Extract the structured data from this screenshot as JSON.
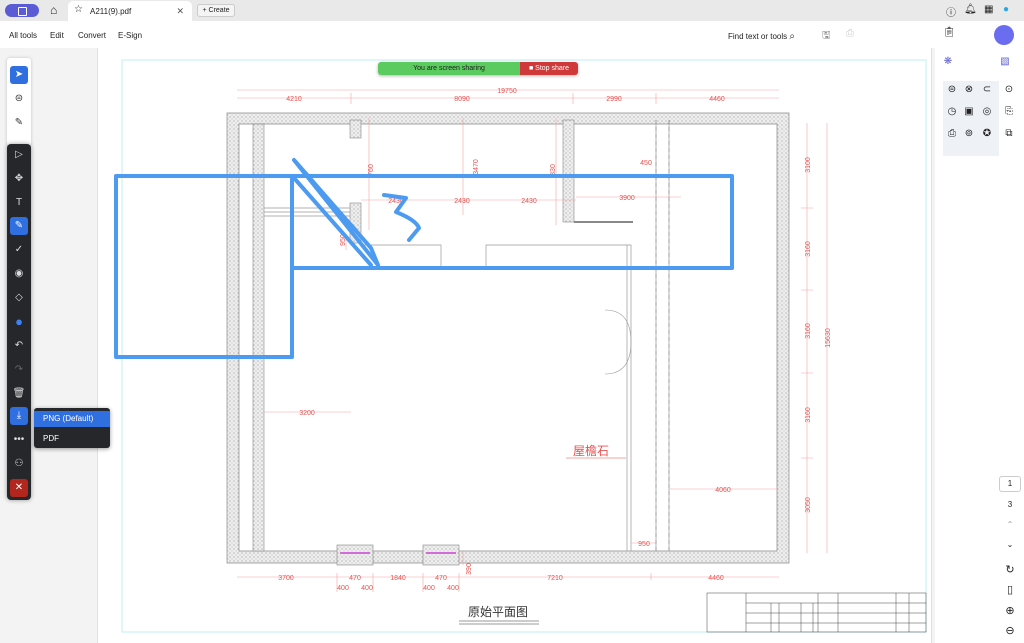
{
  "tabbar": {
    "tab_title": "A211(9).pdf",
    "create_label": "Create"
  },
  "toolbar": {
    "menu": [
      "All tools",
      "Edit",
      "Convert",
      "E-Sign"
    ],
    "find": "Find text or tools"
  },
  "screen_share": {
    "status": "You are screen sharing",
    "stop": "Stop share"
  },
  "export_menu": {
    "options": [
      "PNG (Default)",
      "PDF"
    ]
  },
  "page_nav": {
    "current": "1",
    "total": "3"
  },
  "drawing": {
    "title": "原始平面图",
    "label_eaves": "屋檐石",
    "dims_top": [
      "19750",
      "4210",
      "8090",
      "2990",
      "4460"
    ],
    "dims_right": [
      "3100",
      "3160",
      "3160",
      "3160",
      "3050",
      "15630"
    ],
    "dims_bottom": [
      "3700",
      "470",
      "1840",
      "470",
      "7210",
      "4460",
      "400",
      "400",
      "400",
      "400",
      "390"
    ],
    "dims_inner": [
      "760",
      "3470",
      "330",
      "2430",
      "2430",
      "2430",
      "3900",
      "450",
      "950",
      "3200",
      "4060",
      "950"
    ]
  },
  "colors": {
    "accent": "#2f6fe0",
    "dim": "#e8514f",
    "annotation": "#4d9bf0"
  }
}
